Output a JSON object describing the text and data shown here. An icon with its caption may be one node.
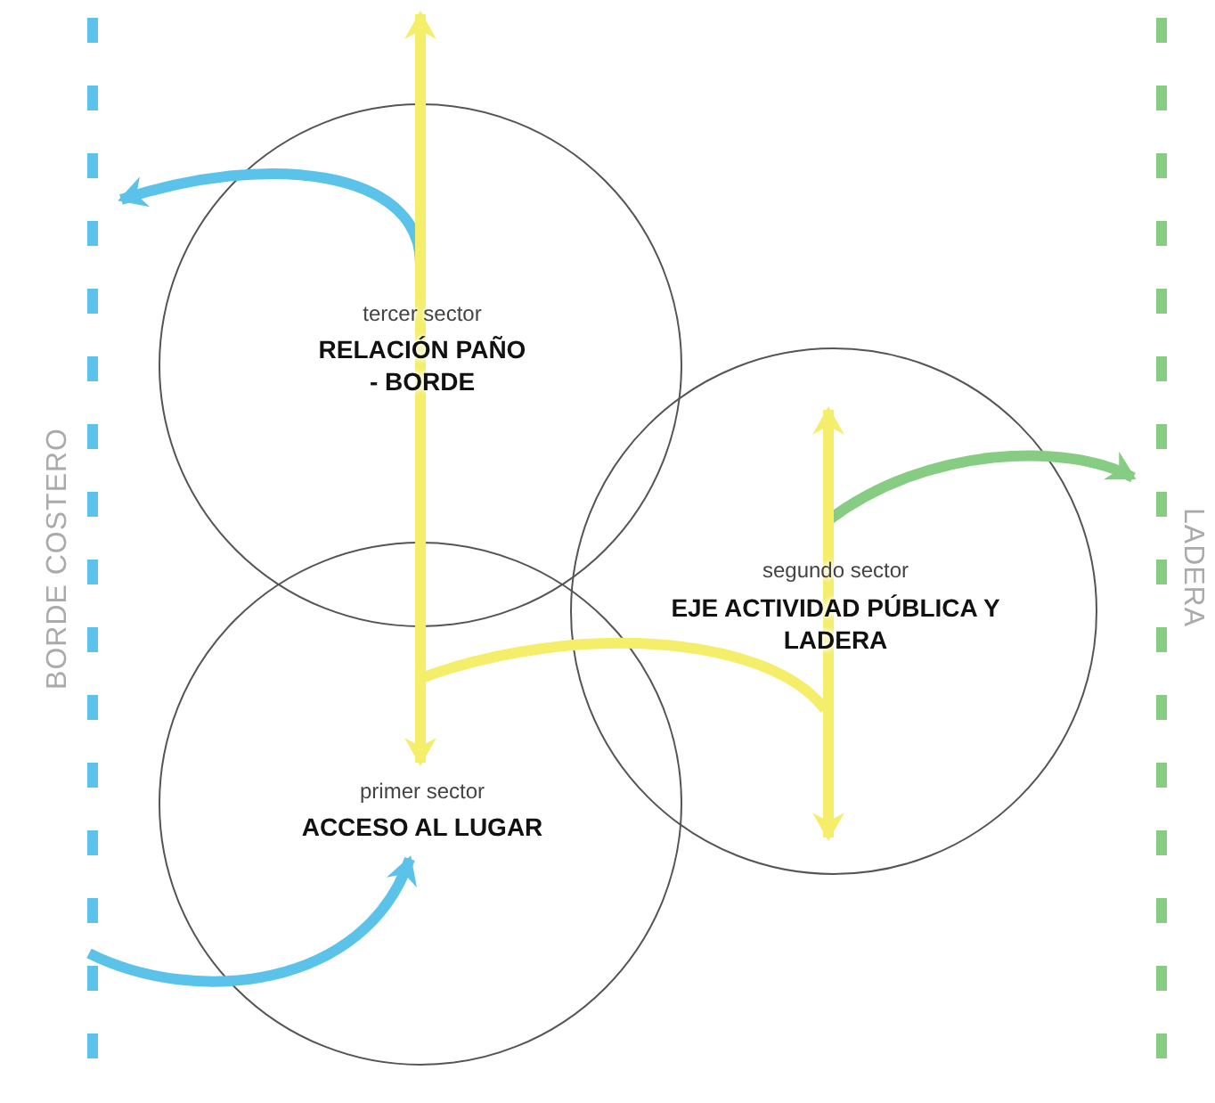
{
  "diagram": {
    "nodes": [
      {
        "text": [
          "tercer sector",
          "RELACIÓN PAÑO - BORDE"
        ]
      },
      {
        "text": [
          "segundo sector",
          "EJE ACTIVIDAD PÚBLICA Y LADERA"
        ]
      },
      {
        "text": [
          "primer sector",
          "ACCESO AL LUGAR"
        ]
      },
      {
        "text": [
          "BORDE COSTERO"
        ]
      },
      {
        "text": [
          "LADERA"
        ]
      }
    ],
    "edges": [
      {
        "from": 0,
        "to": 3,
        "arrow": "to",
        "color": "#5bc3ea"
      },
      {
        "from": 3,
        "to": 2,
        "arrow": "to",
        "color": "#5bc3ea"
      },
      {
        "from": 1,
        "to": 4,
        "arrow": "to",
        "color": "#86cc83"
      },
      {
        "from": null,
        "to": 2,
        "arrow": "both",
        "color": "#f4ee6a"
      },
      {
        "from": 2,
        "to": 1,
        "arrow": "none",
        "color": "#f4ee6a"
      }
    ]
  }
}
